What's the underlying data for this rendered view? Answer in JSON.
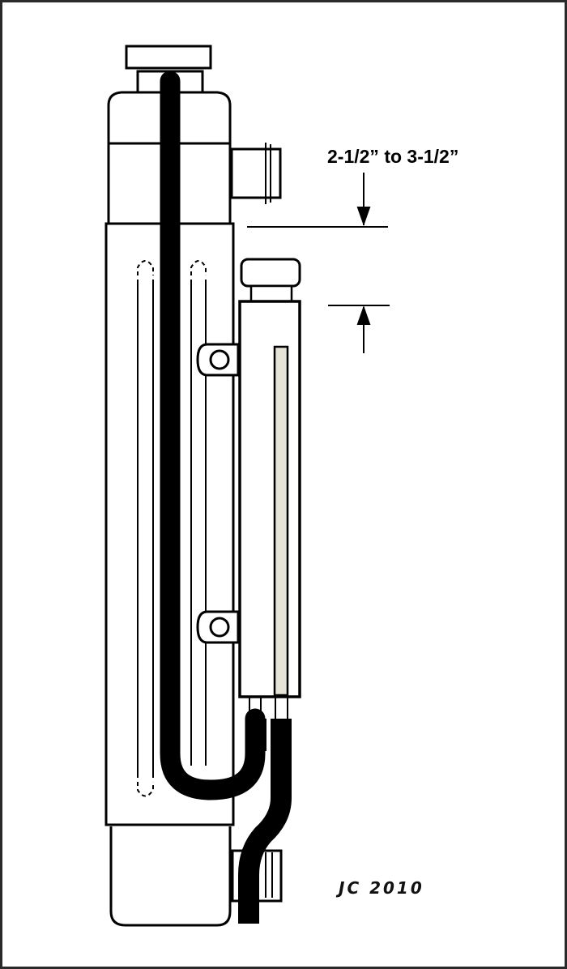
{
  "diagram": {
    "subject": "Radiator with overflow/recovery tank and hoses (side view)",
    "dimension_label": "2-1/2” to 3-1/2”",
    "signature": "JC 2010",
    "colors": {
      "line": "#000000",
      "background": "#ffffff",
      "border": "#2a2a2a",
      "sight_glass": "#e6e4d6"
    },
    "components": [
      {
        "name": "radiator-cap",
        "label": "Radiator cap"
      },
      {
        "name": "radiator-neck",
        "label": "Filler neck"
      },
      {
        "name": "upper-tank",
        "label": "Upper tank"
      },
      {
        "name": "inlet-nipple",
        "label": "Upper hose inlet"
      },
      {
        "name": "radiator-core",
        "label": "Core"
      },
      {
        "name": "overflow-hose",
        "label": "Overflow hose"
      },
      {
        "name": "recovery-tank",
        "label": "Recovery tank"
      },
      {
        "name": "recovery-tank-cap",
        "label": "Recovery tank cap"
      },
      {
        "name": "sight-glass",
        "label": "Level sight glass"
      },
      {
        "name": "mount-brackets",
        "label": "Mounting brackets"
      },
      {
        "name": "drain-hose",
        "label": "Drain hose"
      },
      {
        "name": "lower-tank",
        "label": "Lower tank"
      },
      {
        "name": "outlet-nipple",
        "label": "Lower outlet"
      }
    ]
  }
}
